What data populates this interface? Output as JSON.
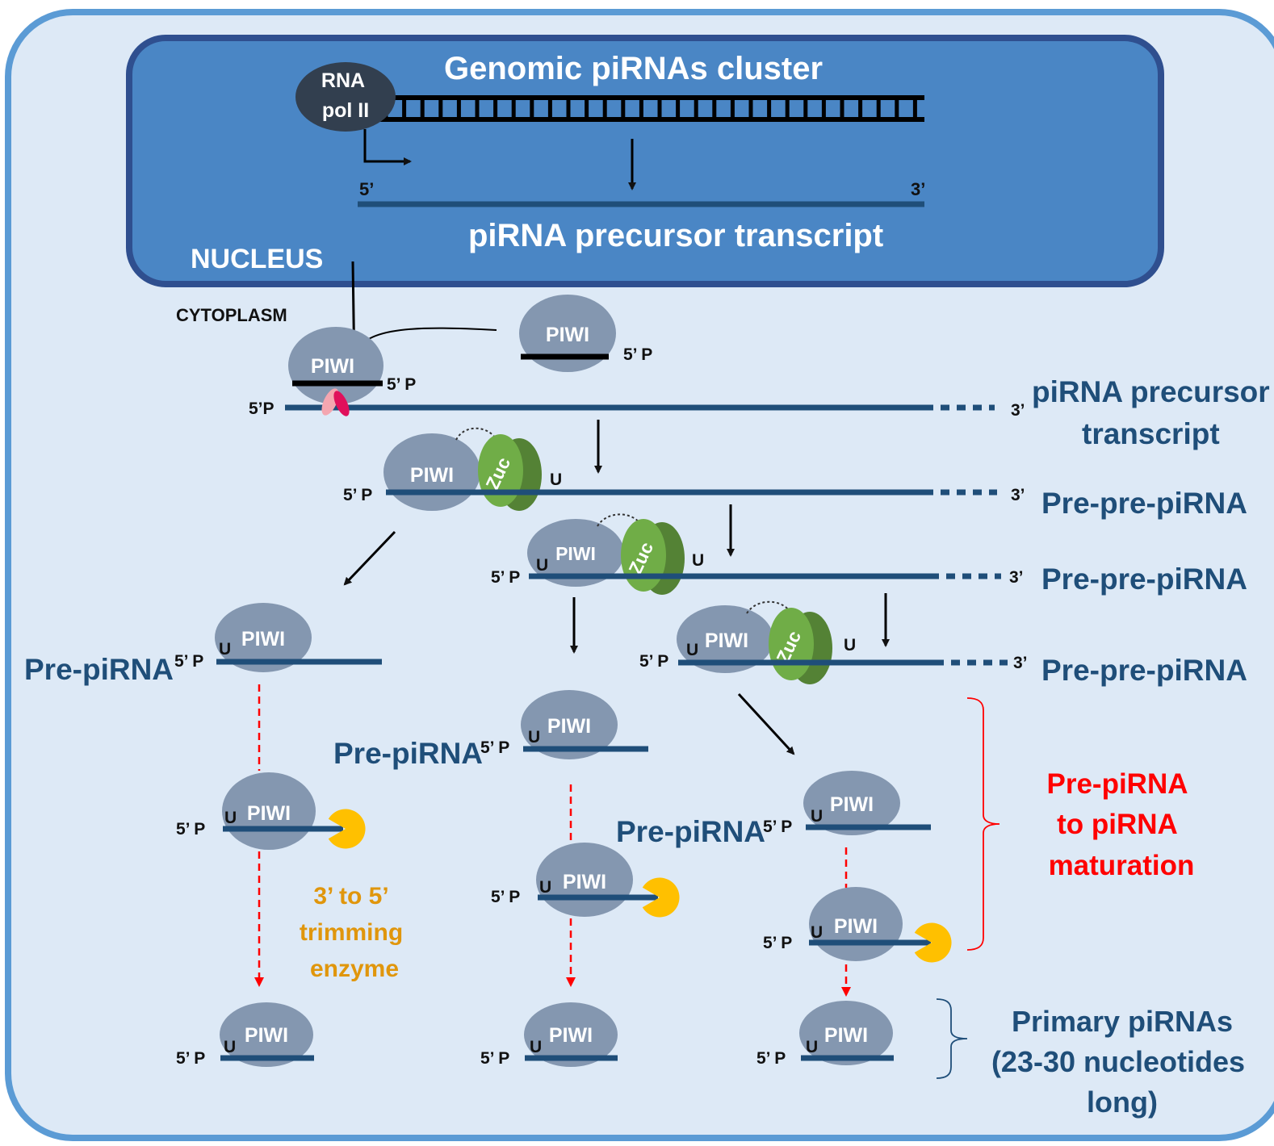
{
  "colors": {
    "cell_fill": "#dde9f6",
    "cell_border": "#5b9bd5",
    "nucleus_fill": "#4a86c5",
    "nucleus_border": "#2f4f8f",
    "piwi": "#8497b0",
    "rna": "#1f4e79",
    "zuc_light": "#70ad47",
    "zuc_dark": "#548235",
    "enzyme": "#ffc000",
    "red_label": "#ff0000",
    "orange_label": "#e0960c"
  },
  "nucleus": {
    "title": "Genomic piRNAs  cluster",
    "pol_line1": "RNA",
    "pol_line2": "pol II",
    "five_prime": "5’",
    "three_prime": "3’",
    "precursor": "piRNA precursor transcript",
    "label": "NUCLEUS"
  },
  "cytoplasm": {
    "label": "CYTOPLASM"
  },
  "labels": {
    "piwi": "PIWI",
    "zuc": "Zuc",
    "u": "U",
    "five_p": "5’ P",
    "five_p_nospace": "5’P",
    "three_prime": "3’",
    "precursor_right_1": "piRNA precursor",
    "precursor_right_2": "transcript",
    "pre_pre": "Pre-pre-piRNA",
    "pre_pirna": "Pre-piRNA",
    "trim_1": "3’ to 5’",
    "trim_2": "trimming",
    "trim_3": "enzyme",
    "maturation_1": "Pre-piRNA",
    "maturation_2": "to piRNA",
    "maturation_3": "maturation",
    "primary_1": "Primary piRNAs",
    "primary_2": "(23-30 nucleotides",
    "primary_3": "long)"
  }
}
